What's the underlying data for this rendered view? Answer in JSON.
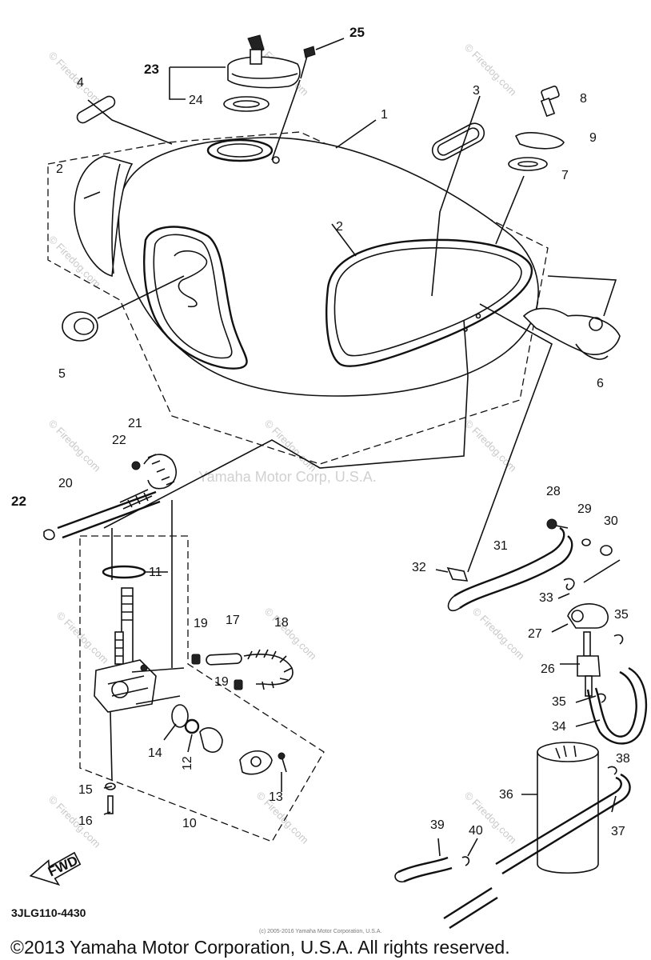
{
  "diagram": {
    "part_numbers": [
      "1",
      "2",
      "2",
      "3",
      "4",
      "5",
      "6",
      "7",
      "8",
      "9",
      "10",
      "11",
      "12",
      "13",
      "14",
      "15",
      "16",
      "17",
      "18",
      "19",
      "19",
      "20",
      "21",
      "22",
      "22",
      "23",
      "24",
      "25",
      "26",
      "27",
      "28",
      "29",
      "30",
      "31",
      "32",
      "33",
      "34",
      "35",
      "35",
      "36",
      "37",
      "38",
      "39",
      "40"
    ],
    "watermark_center": "Yamaha Motor Corp, U.S.A.",
    "watermark_repeat": "© Firedog.com",
    "forward_arrow_label": "FWD",
    "drawing_code": "3JLG110-4430",
    "fine_print": "(c) 2005-2016 Yamaha Motor Corporation, U.S.A.",
    "copyright": "©2013 Yamaha Motor Corporation, U.S.A. All rights reserved."
  }
}
